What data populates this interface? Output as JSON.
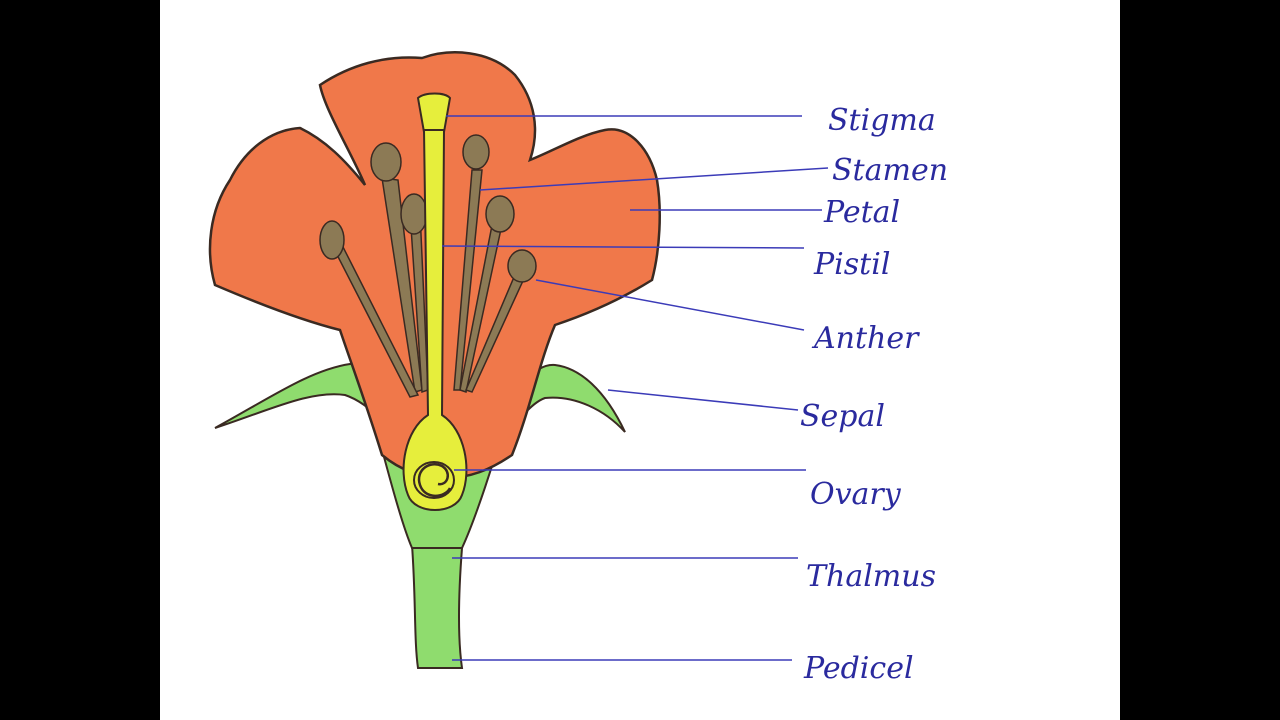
{
  "colors": {
    "background": "#ffffff",
    "frame": "#000000",
    "petal": "#f0784a",
    "petal_outline": "#3a2a22",
    "sepal": "#8fdc6e",
    "pistil": "#e6ee3c",
    "stamen": "#8c7a55",
    "label": "#2a2a9e",
    "leader_line": "#3b3bb8"
  },
  "labels": [
    {
      "text": "Stigma"
    },
    {
      "text": "Stamen"
    },
    {
      "text": "Petal"
    },
    {
      "text": "Pistil"
    },
    {
      "text": "Anther"
    },
    {
      "text": "Sepal"
    },
    {
      "text": "Ovary"
    },
    {
      "text": "Thalmus"
    },
    {
      "text": "Pedicel"
    }
  ]
}
